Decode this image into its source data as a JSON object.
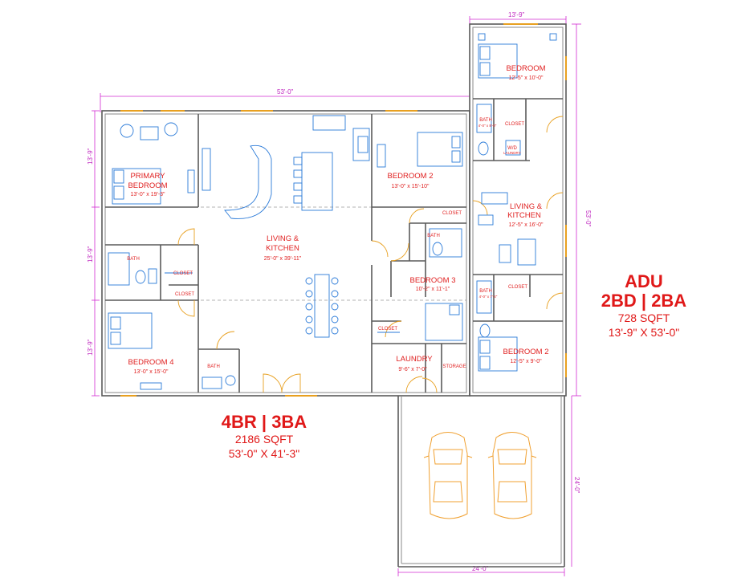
{
  "dimensions": {
    "main_width": "53'-0\"",
    "adu_width": "13'-9\"",
    "adu_height": "53'-0\"",
    "garage_width": "24'-0\"",
    "garage_depth": "24'-0\"",
    "left_1": "13'-9\"",
    "left_2": "13'-9\"",
    "left_3": "13'-9\""
  },
  "rooms": {
    "primary": {
      "name_1": "PRIMARY",
      "name_2": "BEDROOM",
      "size": "13'-0\" x 19'-3\""
    },
    "living": {
      "name_1": "LIVING &",
      "name_2": "KITCHEN",
      "size": "25'-0\" x 39'-11\""
    },
    "bedroom2": {
      "name": "BEDROOM 2",
      "size": "13'-0\" x 15'-10\""
    },
    "bedroom3": {
      "name": "BEDROOM 3",
      "size": "10'-2\" x 11'-1\""
    },
    "bedroom4": {
      "name": "BEDROOM 4",
      "size": "13'-0\" x 15'-0\""
    },
    "laundry": {
      "name": "LAUNDRY",
      "size": "9'-6\" x 7'-0\""
    },
    "bath": "BATH",
    "closet": "CLOSET",
    "storage": "STORAGE"
  },
  "adu_rooms": {
    "bedroom": {
      "name": "BEDROOM",
      "size": "12'-5\" x 10'-0\""
    },
    "bath1": {
      "name": "BATH",
      "size": "4'-0\" x 8'-0\""
    },
    "closet": "CLOSET",
    "wd": "W/D",
    "wd_sub": "LAUNDRY",
    "living": {
      "name_1": "LIVING &",
      "name_2": "KITCHEN",
      "size": "12'-5\" x 16'-0\""
    },
    "bath2": {
      "name": "BATH",
      "size": "4'-0\" x 7'-4\""
    },
    "bedroom2": {
      "name": "BEDROOM 2",
      "size": "12'-5\" x 9'-0\""
    }
  },
  "adu_summary": {
    "title": "ADU",
    "subtitle": "2BD | 2BA",
    "sqft": "728 SQFT",
    "dims": "13'-9\" X 53'-0\""
  },
  "main_summary": {
    "title": "4BR | 3BA",
    "sqft": "2186 SQFT",
    "dims": "53'-0\" X 41'-3\""
  }
}
